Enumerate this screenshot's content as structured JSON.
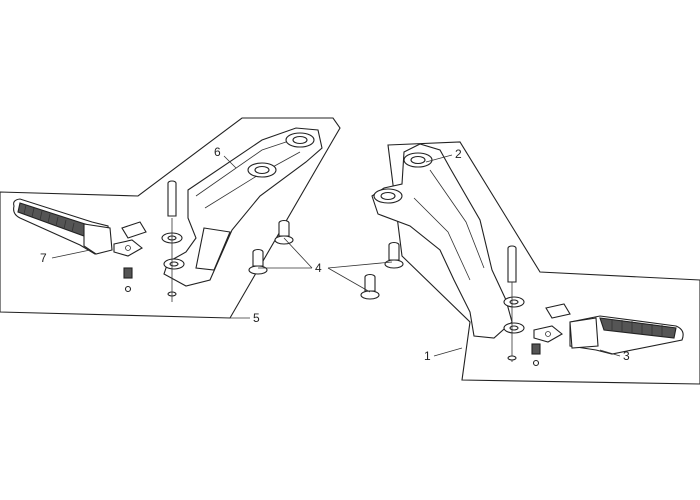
{
  "callouts": {
    "c1": "1",
    "c2": "2",
    "c3": "3",
    "c4": "4",
    "c5": "5",
    "c6": "6",
    "c7": "7"
  },
  "colors": {
    "line": "#222222",
    "background": "#ffffff"
  }
}
